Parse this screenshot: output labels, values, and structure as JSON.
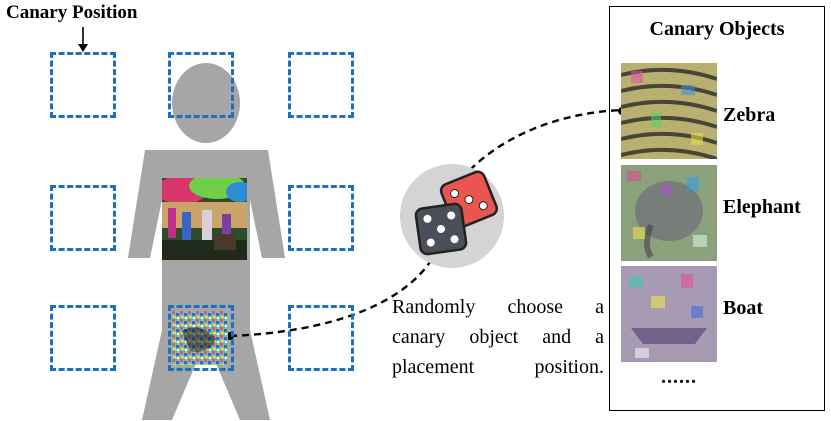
{
  "labels": {
    "canary_position": "Canary Position",
    "canary_objects_title": "Canary Objects",
    "ellipsis": "......",
    "caption": "Randomly choose a canary object and a placement position."
  },
  "objects": [
    {
      "label": "Zebra"
    },
    {
      "label": "Elephant"
    },
    {
      "label": "Boat"
    }
  ],
  "colors": {
    "slot_border": "#1f6fc1",
    "silhouette": "#a6a6a6",
    "dice_red": "#e8564f",
    "dice_dark": "#4a4f5a",
    "dice_circle": "#d4d4d4"
  },
  "icons": [
    "dice-icon",
    "arrow-down-icon"
  ]
}
